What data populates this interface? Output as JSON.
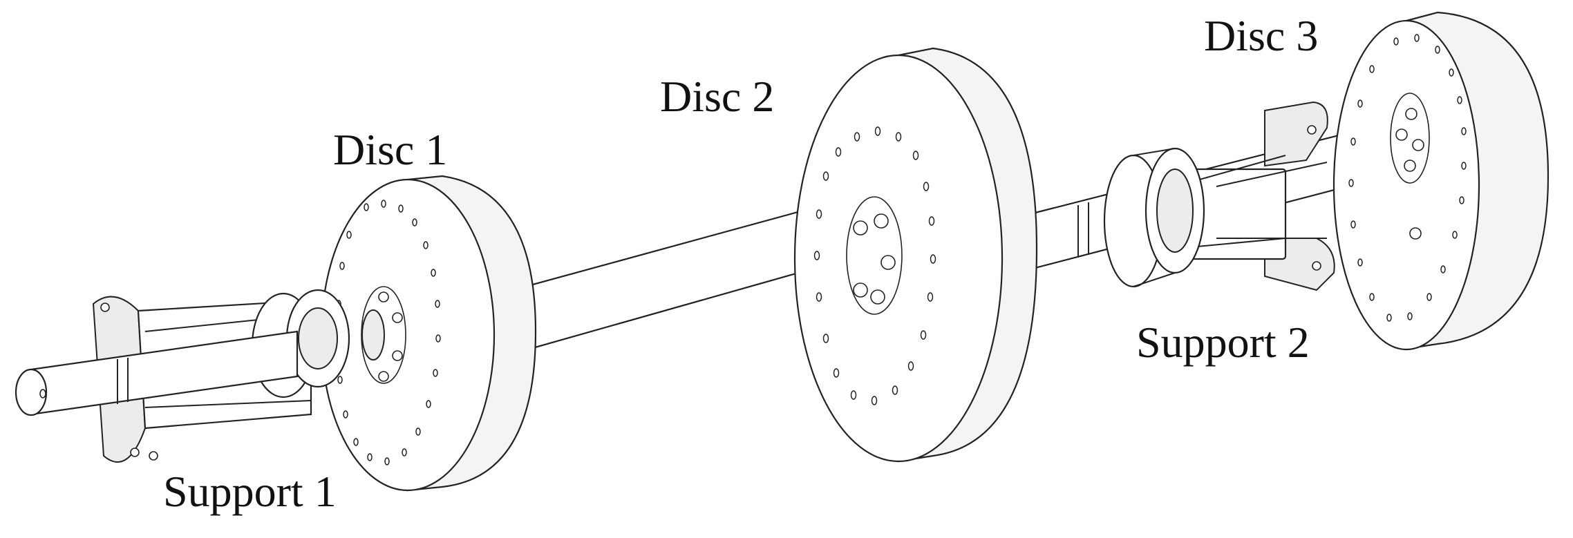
{
  "labels": {
    "disc1": "Disc 1",
    "disc2": "Disc 2",
    "disc3": "Disc 3",
    "support1": "Support 1",
    "support2": "Support 2"
  },
  "colors": {
    "line": "#222222",
    "background": "#ffffff",
    "shade": "#ececec"
  }
}
